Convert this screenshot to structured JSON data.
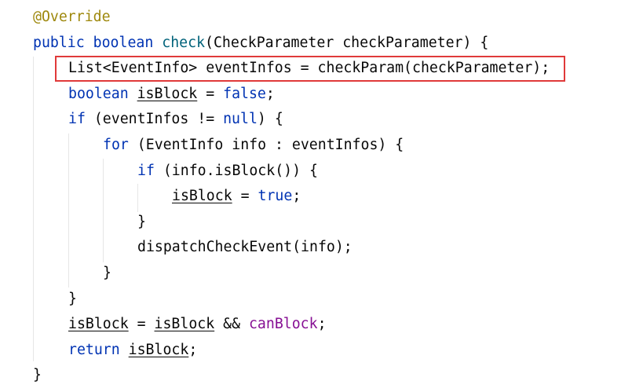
{
  "code": {
    "lines": [
      [
        {
          "t": "@Override",
          "c": "ann"
        }
      ],
      [
        {
          "t": "public",
          "c": "kw"
        },
        {
          "t": " "
        },
        {
          "t": "boolean",
          "c": "kw"
        },
        {
          "t": " "
        },
        {
          "t": "check",
          "c": "fn"
        },
        {
          "t": "(CheckParameter checkParameter) {"
        }
      ],
      [
        {
          "t": "List<EventInfo> eventInfos = checkParam(checkParameter);"
        }
      ],
      [
        {
          "t": "boolean",
          "c": "kw"
        },
        {
          "t": " "
        },
        {
          "t": "isBlock",
          "c": "var"
        },
        {
          "t": " = "
        },
        {
          "t": "false",
          "c": "kw"
        },
        {
          "t": ";"
        }
      ],
      [
        {
          "t": "if",
          "c": "kw"
        },
        {
          "t": " (eventInfos != "
        },
        {
          "t": "null",
          "c": "kw"
        },
        {
          "t": ") {"
        }
      ],
      [
        {
          "t": "for",
          "c": "kw"
        },
        {
          "t": " (EventInfo info : eventInfos) {"
        }
      ],
      [
        {
          "t": "if",
          "c": "kw"
        },
        {
          "t": " (info.isBlock()) {"
        }
      ],
      [
        {
          "t": "isBlock",
          "c": "var"
        },
        {
          "t": " = "
        },
        {
          "t": "true",
          "c": "kw"
        },
        {
          "t": ";"
        }
      ],
      [
        {
          "t": "}"
        }
      ],
      [
        {
          "t": "dispatchCheckEvent(info);"
        }
      ],
      [
        {
          "t": "}"
        }
      ],
      [
        {
          "t": "}"
        }
      ],
      [
        {
          "t": "isBlock",
          "c": "var"
        },
        {
          "t": " = "
        },
        {
          "t": "isBlock",
          "c": "var"
        },
        {
          "t": " && "
        },
        {
          "t": "canBlock",
          "c": "fld"
        },
        {
          "t": ";"
        }
      ],
      [
        {
          "t": "return",
          "c": "kw"
        },
        {
          "t": " "
        },
        {
          "t": "isBlock",
          "c": "var"
        },
        {
          "t": ";"
        }
      ],
      [
        {
          "t": "}"
        }
      ]
    ]
  },
  "colors": {
    "keyword": "#0033b3",
    "annotation": "#9e880d",
    "method_declaration": "#00627a",
    "field": "#871094",
    "default_text": "#080808",
    "highlight_border": "#e03a3a",
    "indent_guide": "#e6e6e6"
  }
}
